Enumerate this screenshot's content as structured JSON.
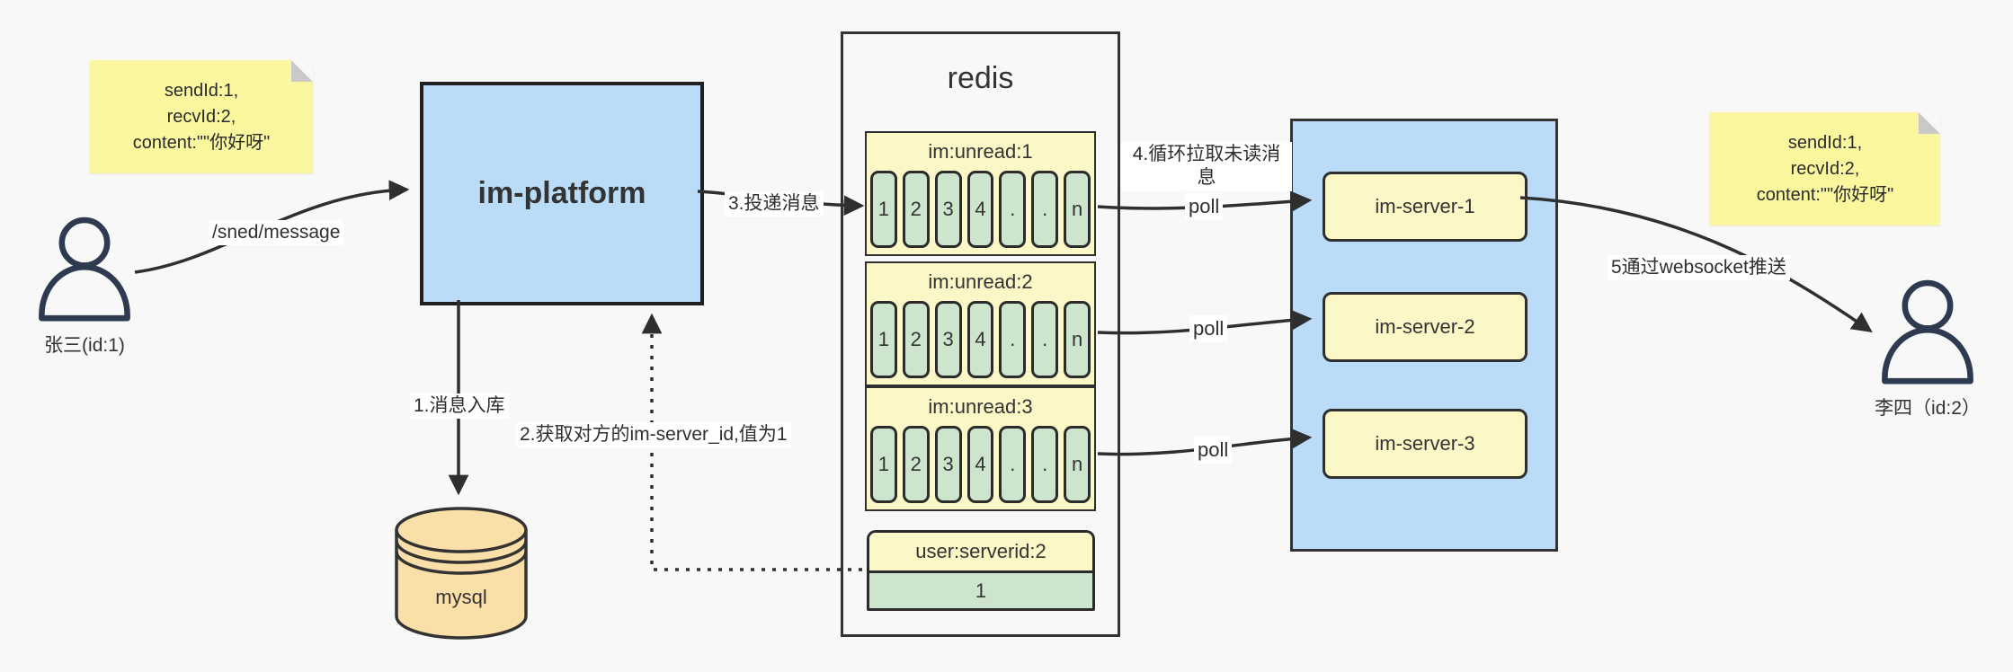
{
  "colors": {
    "background": "#f8f8f8",
    "note_yellow": "#faf79f",
    "node_blue": "#badcf9",
    "pale_yellow": "#fbf7c6",
    "cell_green": "#cde5cd",
    "db_orange": "#fbdfa8",
    "line_dark": "#333333",
    "person_navy": "#2e3a4f"
  },
  "notes": {
    "left": {
      "lines": [
        "sendId:1,",
        "recvId:2,",
        "content:\"\"你好呀\""
      ]
    },
    "right": {
      "lines": [
        "sendId:1,",
        "recvId:2,",
        "content:\"\"你好呀\""
      ]
    }
  },
  "actors": {
    "sender": {
      "label": "张三(id:1)"
    },
    "receiver": {
      "label": "李四（id:2）"
    }
  },
  "platform": {
    "label": "im-platform"
  },
  "database": {
    "label": "mysql"
  },
  "redis": {
    "title": "redis",
    "queues": [
      {
        "name": "im:unread:1",
        "cells": [
          "1",
          "2",
          "3",
          "4",
          ".",
          ".",
          "n"
        ]
      },
      {
        "name": "im:unread:2",
        "cells": [
          "1",
          "2",
          "3",
          "4",
          ".",
          ".",
          "n"
        ]
      },
      {
        "name": "im:unread:3",
        "cells": [
          "1",
          "2",
          "3",
          "4",
          ".",
          ".",
          "n"
        ]
      }
    ],
    "kv": {
      "key": "user:serverid:2",
      "value": "1"
    }
  },
  "servers": {
    "items": [
      {
        "label": "im-server-1"
      },
      {
        "label": "im-server-2"
      },
      {
        "label": "im-server-3"
      }
    ]
  },
  "edges": {
    "send": "/sned/message",
    "step1": "1.消息入库",
    "step2": "2.获取对方的im-server_id,值为1",
    "step3": "3.投递消息",
    "step4": "4.循环拉取未读消息",
    "step5": "5通过websocket推送",
    "poll": "poll"
  }
}
